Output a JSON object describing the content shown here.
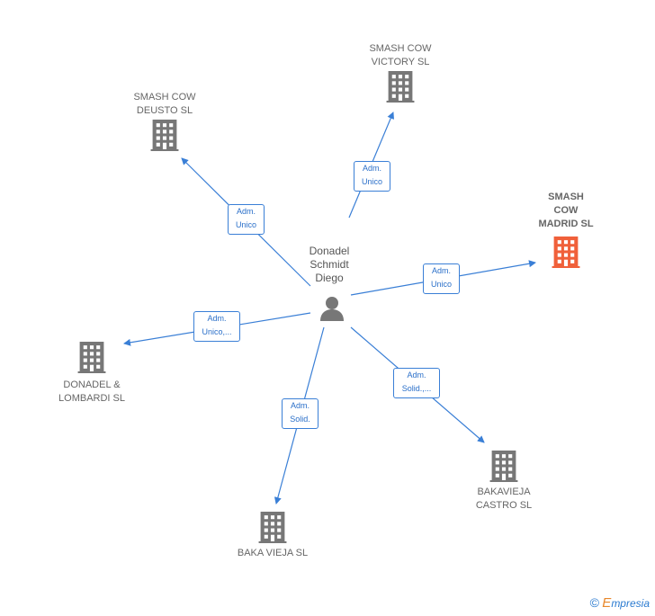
{
  "center": {
    "name": "Donadel\nSchmidt\nDiego",
    "icon": "person-icon"
  },
  "companies": [
    {
      "id": "victory",
      "label": "SMASH COW\nVICTORY  SL",
      "icon": "building-icon"
    },
    {
      "id": "deusto",
      "label": "SMASH COW\nDEUSTO  SL",
      "icon": "building-icon"
    },
    {
      "id": "madrid",
      "label": "SMASH\nCOW\nMADRID  SL",
      "icon": "building-icon",
      "highlight": true
    },
    {
      "id": "lombardi",
      "label": "DONADEL &\nLOMBARDI  SL",
      "icon": "building-icon"
    },
    {
      "id": "bakavieja",
      "label": "BAKAVIEJA\nCASTRO  SL",
      "icon": "building-icon"
    },
    {
      "id": "baka",
      "label": "BAKA VIEJA  SL",
      "icon": "building-icon"
    }
  ],
  "relations": [
    {
      "to": "victory",
      "label": "Adm.\nUnico"
    },
    {
      "to": "deusto",
      "label": "Adm.\nUnico"
    },
    {
      "to": "madrid",
      "label": "Adm.\nUnico"
    },
    {
      "to": "lombardi",
      "label": "Adm.\nUnico,..."
    },
    {
      "to": "bakavieja",
      "label": "Adm.\nSolid.,..."
    },
    {
      "to": "baka",
      "label": "Adm.\nSolid."
    }
  ],
  "brand": {
    "copyright": "©",
    "name_initial": "E",
    "name_rest": "mpresia"
  },
  "colors": {
    "edge": "#3a7fd6",
    "building": "#777777",
    "highlight": "#f0603a"
  }
}
